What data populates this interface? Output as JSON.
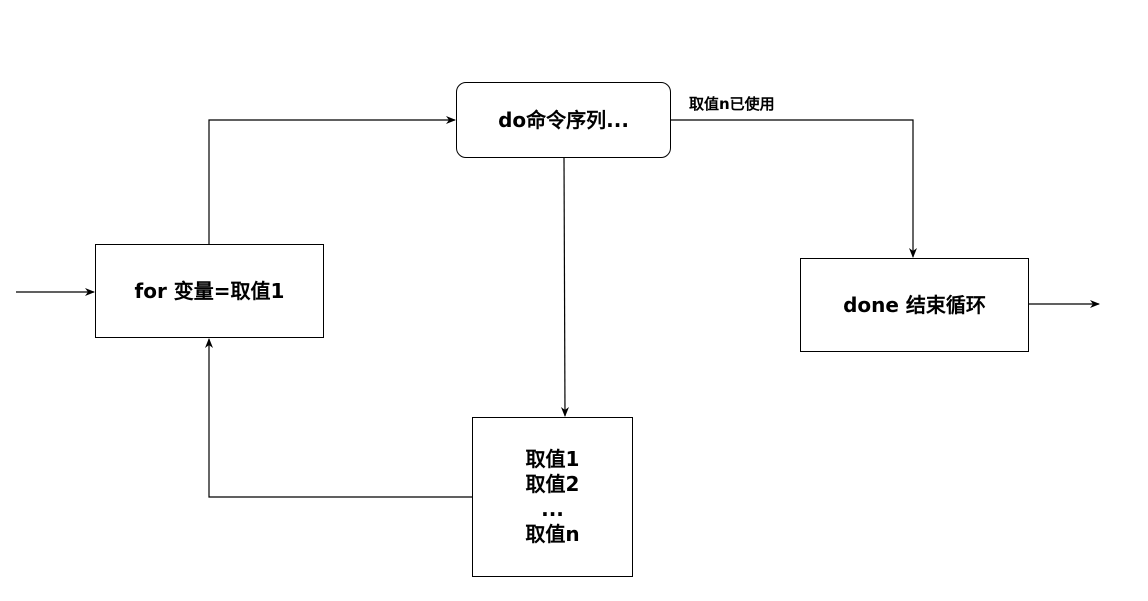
{
  "nodes": {
    "for_box": {
      "text": "for 变量=取值1"
    },
    "do_box": {
      "text": "do命令序列..."
    },
    "done_box": {
      "text": "done 结束循环"
    },
    "values_box": {
      "lines": [
        "取值1",
        "取值2",
        "...",
        "取值n"
      ]
    }
  },
  "edges": {
    "do_to_done_label": "取值n已使用"
  },
  "colors": {
    "stroke": "#000000",
    "fill": "#ffffff"
  }
}
